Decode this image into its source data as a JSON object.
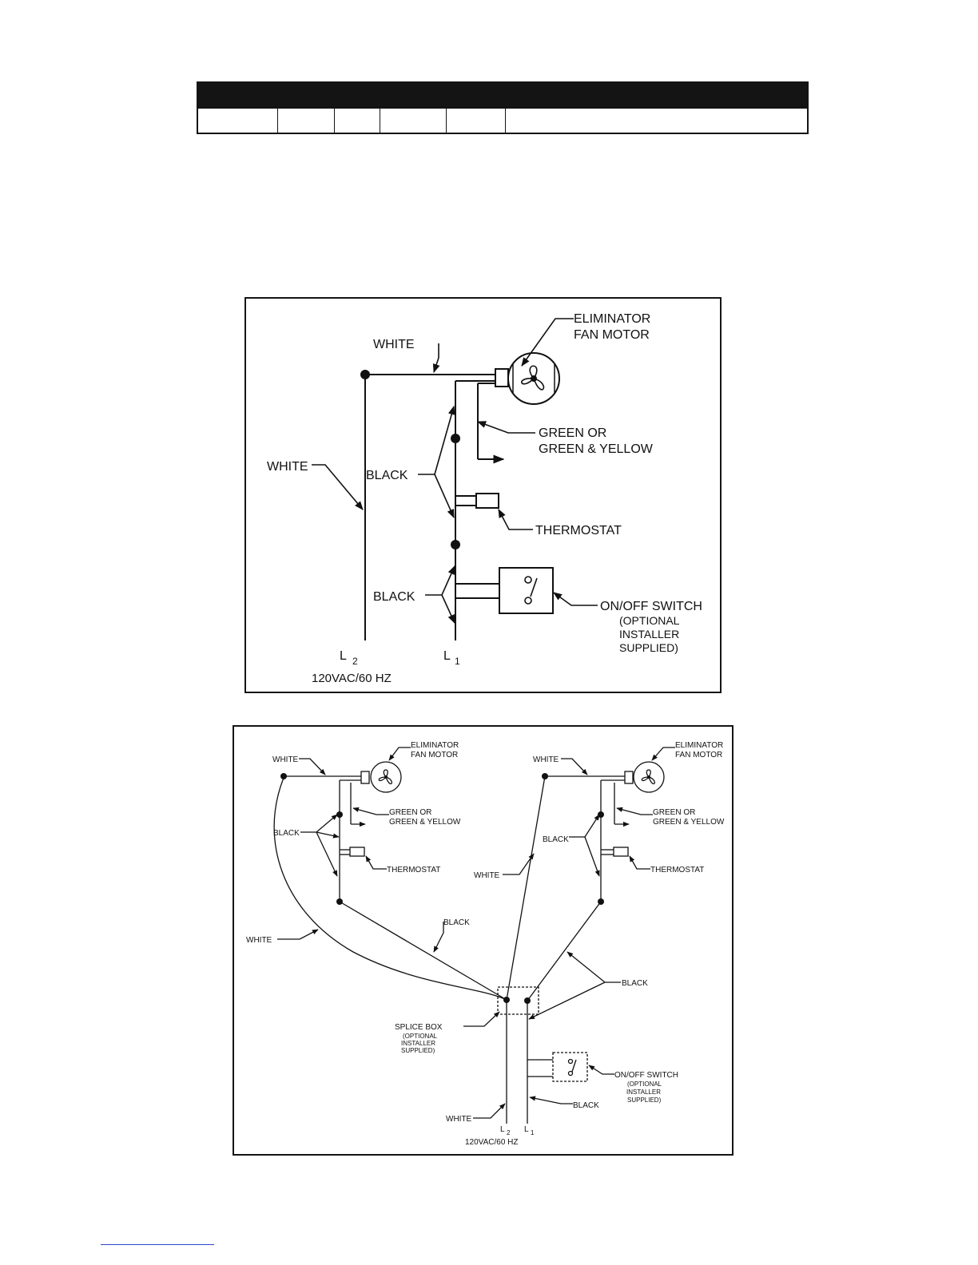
{
  "diagram1": {
    "motor_label_line1": "ELIMINATOR",
    "motor_label_line2": "FAN MOTOR",
    "white_top": "WHITE",
    "white_left": "WHITE",
    "black_upper": "BLACK",
    "black_lower": "BLACK",
    "ground_line1": "GREEN OR",
    "ground_line2": "GREEN & YELLOW",
    "thermostat": "THERMOSTAT",
    "switch_line1": "ON/OFF SWITCH",
    "switch_line2": "(OPTIONAL",
    "switch_line3": "INSTALLER",
    "switch_line4": "SUPPLIED)",
    "l2": "L",
    "l2_sub": "2",
    "l1": "L",
    "l1_sub": "1",
    "supply": "120VAC/60 HZ"
  },
  "diagram2": {
    "left_motor_line1": "ELIMINATOR",
    "left_motor_line2": "FAN MOTOR",
    "right_motor_line1": "ELIMINATOR",
    "right_motor_line2": "FAN MOTOR",
    "white_tl": "WHITE",
    "white_tr": "WHITE",
    "white_left_curve": "WHITE",
    "white_mid": "WHITE",
    "white_bottom": "WHITE",
    "black_left": "BLACK",
    "black_right": "BLACK",
    "black_diag": "BLACK",
    "black_right_diag": "BLACK",
    "black_bottom": "BLACK",
    "ground_l1": "GREEN OR",
    "ground_l2": "GREEN & YELLOW",
    "ground_r1": "GREEN OR",
    "ground_r2": "GREEN & YELLOW",
    "thermostat_left": "THERMOSTAT",
    "thermostat_right": "THERMOSTAT",
    "splice_line1": "SPLICE BOX",
    "splice_line2": "(OPTIONAL",
    "splice_line3": "INSTALLER",
    "splice_line4": "SUPPLIED)",
    "switch_line1": "ON/OFF SWITCH",
    "switch_line2": "(OPTIONAL",
    "switch_line3": "INSTALLER",
    "switch_line4": "SUPPLIED)",
    "l2": "L",
    "l2_sub": "2",
    "l1": "L",
    "l1_sub": "1",
    "supply": "120VAC/60 HZ"
  }
}
